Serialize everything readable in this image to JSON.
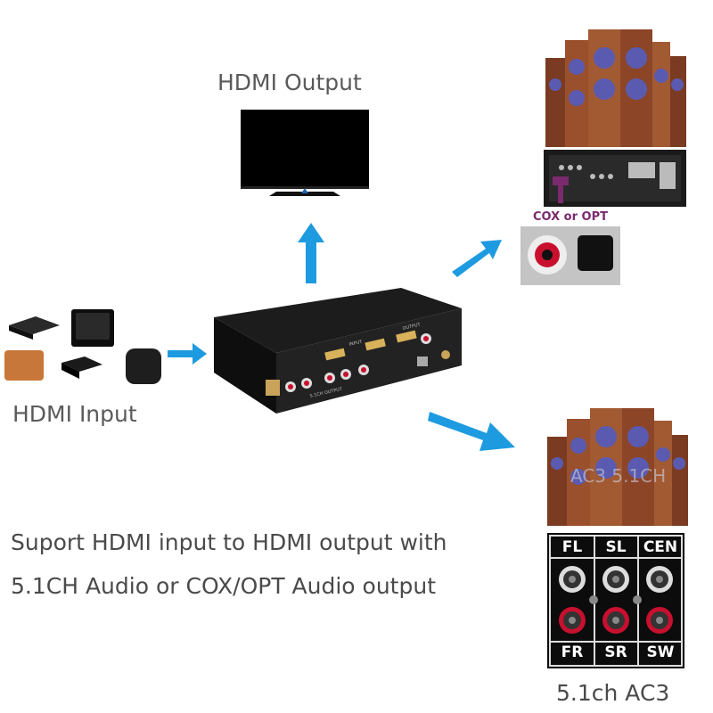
{
  "labels": {
    "hdmi_output": "HDMI Output",
    "hdmi_input": "HDMI Input",
    "cox_or_opt": "COX or OPT",
    "ac3_caption": "5.1ch AC3",
    "speaker_overlay": "AC3 5.1CH"
  },
  "description": {
    "line1": "Suport HDMI input to HDMI output with",
    "line2": "5.1CH Audio or COX/OPT Audio output"
  },
  "panel": {
    "top_row": [
      "FL",
      "SL",
      "CEN"
    ],
    "bottom_row": [
      "FR",
      "SR",
      "SW"
    ]
  },
  "device_labels": {
    "input": "INPUT",
    "output": "OUTPUT",
    "audio_output": "5.1CH OUTPUT"
  },
  "colors": {
    "arrow": "#1e9be0",
    "cox_label": "#7b2a6e",
    "rca_red": "#c8102e"
  }
}
